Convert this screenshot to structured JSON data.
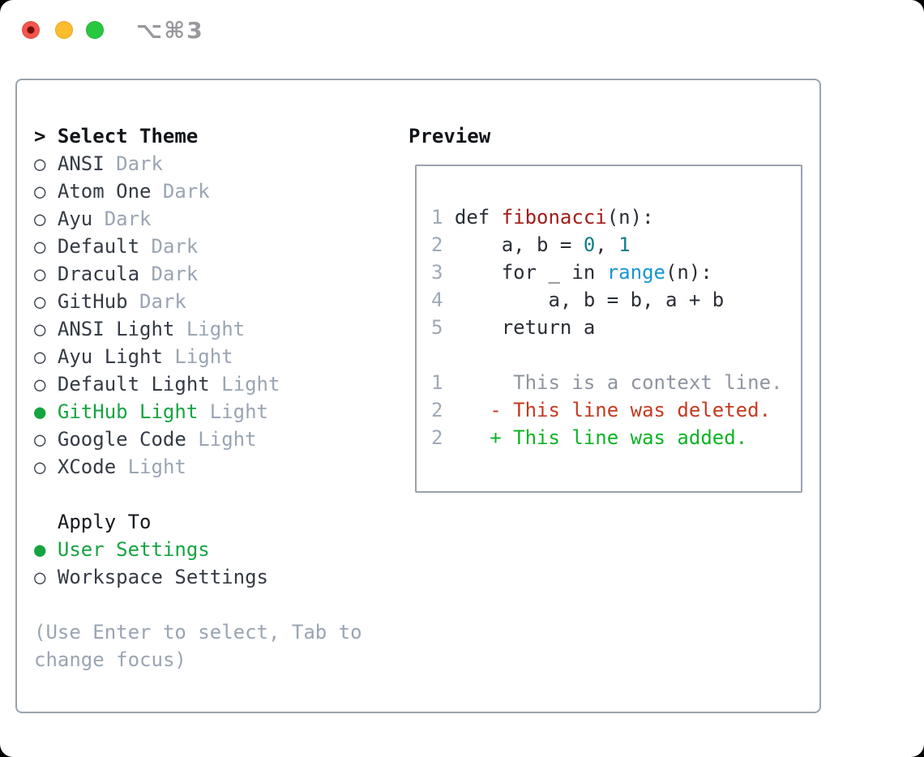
{
  "window": {
    "shortcut": "⌥⌘3"
  },
  "colors": {
    "panel_border": "#9aa2ad",
    "item_fg": "#353b45",
    "circle_fg": "#3f464f",
    "selected_green": "#16a441",
    "muted": "#9aa5b3",
    "code_fg": "#2a2f36",
    "line_number_gray": "#9fa9b6",
    "function_red": "#a31c18",
    "number_teal": "#0e7e8a",
    "builtin_blue": "#1496d5",
    "context_gray": "#8e959e",
    "deleted_red": "#c53a21",
    "added_green": "#0db424"
  },
  "theme_menu": {
    "title_marker": ">",
    "title": "Select Theme",
    "items": [
      {
        "marker": "○",
        "label": "ANSI",
        "suffix": "Dark",
        "selected": false
      },
      {
        "marker": "○",
        "label": "Atom One",
        "suffix": "Dark",
        "selected": false
      },
      {
        "marker": "○",
        "label": "Ayu",
        "suffix": "Dark",
        "selected": false
      },
      {
        "marker": "○",
        "label": "Default",
        "suffix": "Dark",
        "selected": false
      },
      {
        "marker": "○",
        "label": "Dracula",
        "suffix": "Dark",
        "selected": false
      },
      {
        "marker": "○",
        "label": "GitHub",
        "suffix": "Dark",
        "selected": false
      },
      {
        "marker": "○",
        "label": "ANSI Light",
        "suffix": "Light",
        "selected": false
      },
      {
        "marker": "○",
        "label": "Ayu Light",
        "suffix": "Light",
        "selected": false
      },
      {
        "marker": "○",
        "label": "Default Light",
        "suffix": "Light",
        "selected": false
      },
      {
        "marker": "●",
        "label": "GitHub Light",
        "suffix": "Light",
        "selected": true
      },
      {
        "marker": "○",
        "label": "Google Code",
        "suffix": "Light",
        "selected": false
      },
      {
        "marker": "○",
        "label": "XCode",
        "suffix": "Light",
        "selected": false
      }
    ]
  },
  "apply_to": {
    "title": "Apply To",
    "options": [
      {
        "marker": "●",
        "label": "User Settings",
        "selected": true
      },
      {
        "marker": "○",
        "label": "Workspace Settings",
        "selected": false
      }
    ]
  },
  "hint_lines": [
    "(Use Enter to select, Tab to",
    "change focus)"
  ],
  "preview": {
    "title": "Preview",
    "code_lines": [
      {
        "num": "1",
        "segs": [
          {
            "t": "def ",
            "c": "fg"
          },
          {
            "t": "fibonacci",
            "c": "fn"
          },
          {
            "t": "(n):",
            "c": "fg"
          }
        ]
      },
      {
        "num": "2",
        "segs": [
          {
            "t": "    a, b = ",
            "c": "fg"
          },
          {
            "t": "0",
            "c": "num"
          },
          {
            "t": ", ",
            "c": "fg"
          },
          {
            "t": "1",
            "c": "num"
          }
        ]
      },
      {
        "num": "3",
        "segs": [
          {
            "t": "    for _ in ",
            "c": "fg"
          },
          {
            "t": "range",
            "c": "builtin"
          },
          {
            "t": "(n):",
            "c": "fg"
          }
        ]
      },
      {
        "num": "4",
        "segs": [
          {
            "t": "        a, b = b, a + b",
            "c": "fg"
          }
        ]
      },
      {
        "num": "5",
        "segs": [
          {
            "t": "    return a",
            "c": "fg"
          }
        ]
      },
      {
        "num": "",
        "segs": []
      },
      {
        "num": "1",
        "segs": [
          {
            "t": "     This is a context line.",
            "c": "ctx"
          }
        ]
      },
      {
        "num": "2",
        "segs": [
          {
            "t": "   - This line was deleted.",
            "c": "del"
          }
        ]
      },
      {
        "num": "2",
        "segs": [
          {
            "t": "   + This line was added.",
            "c": "add"
          }
        ]
      }
    ]
  }
}
